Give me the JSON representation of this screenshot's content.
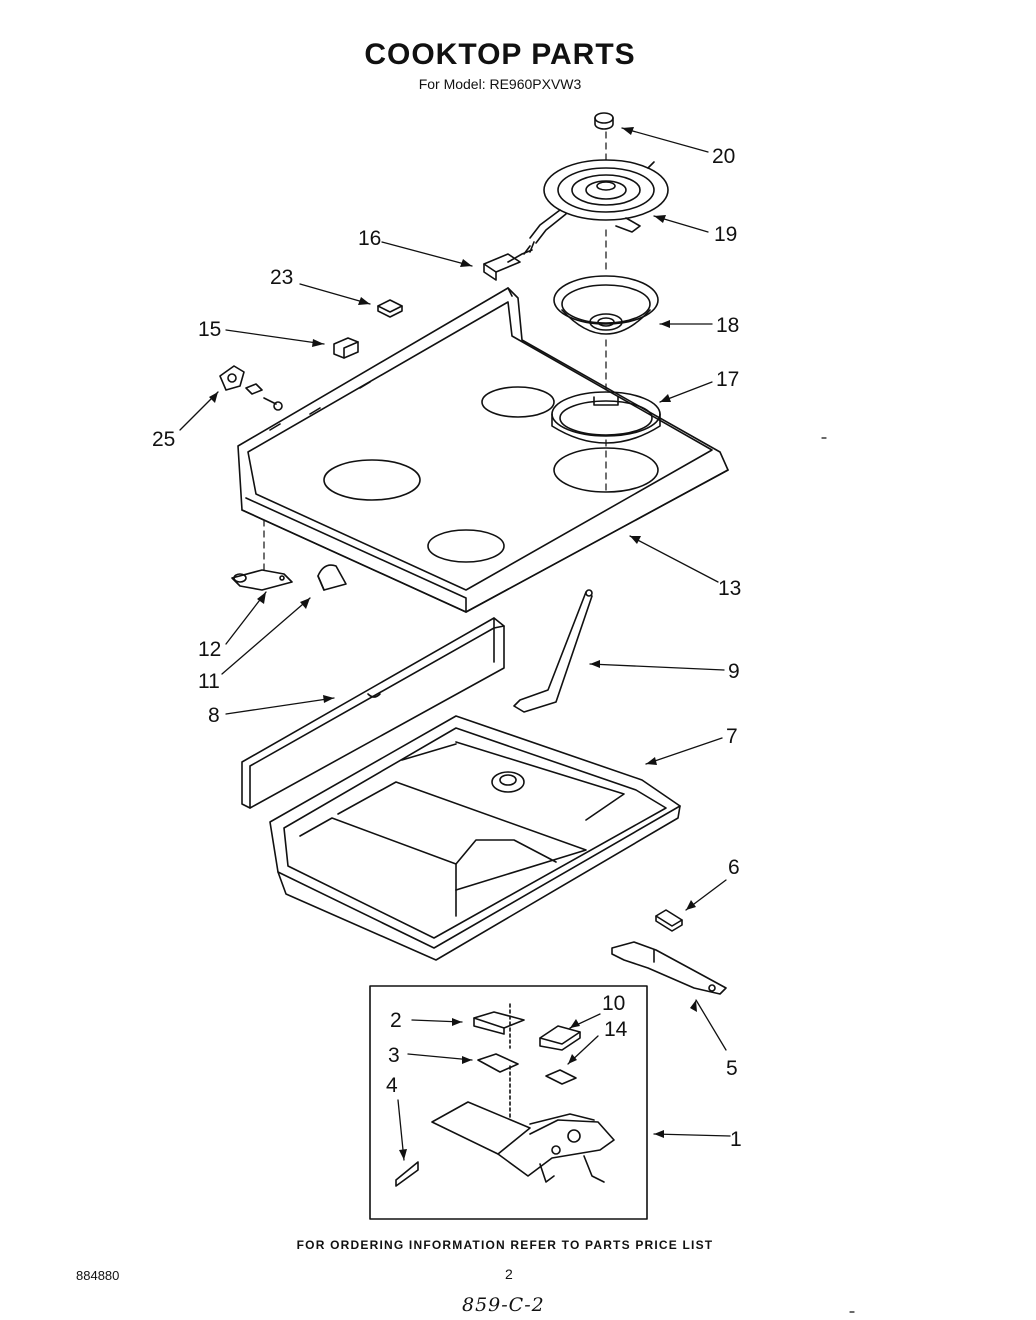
{
  "header": {
    "title": "COOKTOP PARTS",
    "subtitle": "For Model: RE960PXVW3"
  },
  "callouts": [
    {
      "id": "c20",
      "label": "20"
    },
    {
      "id": "c19",
      "label": "19"
    },
    {
      "id": "c16",
      "label": "16"
    },
    {
      "id": "c23",
      "label": "23"
    },
    {
      "id": "c18",
      "label": "18"
    },
    {
      "id": "c15",
      "label": "15"
    },
    {
      "id": "c17",
      "label": "17"
    },
    {
      "id": "c25",
      "label": "25"
    },
    {
      "id": "c13",
      "label": "13"
    },
    {
      "id": "c12",
      "label": "12"
    },
    {
      "id": "c11",
      "label": "11"
    },
    {
      "id": "c9",
      "label": "9"
    },
    {
      "id": "c8",
      "label": "8"
    },
    {
      "id": "c7",
      "label": "7"
    },
    {
      "id": "c6",
      "label": "6"
    },
    {
      "id": "c2",
      "label": "2"
    },
    {
      "id": "c10",
      "label": "10"
    },
    {
      "id": "c14",
      "label": "14"
    },
    {
      "id": "c3",
      "label": "3"
    },
    {
      "id": "c4",
      "label": "4"
    },
    {
      "id": "c1",
      "label": "1"
    },
    {
      "id": "c5",
      "label": "5"
    }
  ],
  "footer": {
    "ordering_note": "FOR ORDERING INFORMATION REFER TO PARTS PRICE LIST",
    "doc_number": "884880",
    "page_number": "2",
    "handwritten": "859-C-2"
  }
}
